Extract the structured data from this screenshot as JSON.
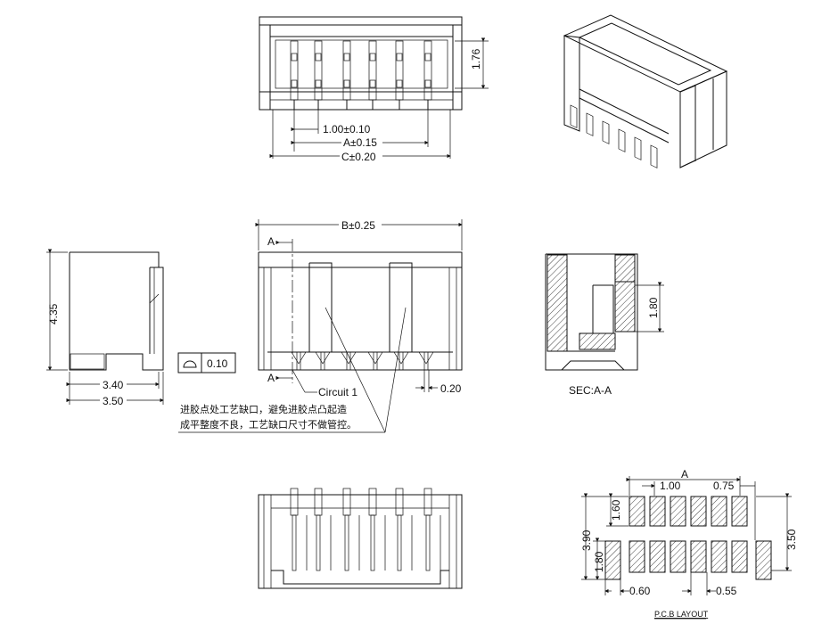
{
  "top_view": {
    "dim_pitch": "1.00±0.10",
    "dim_a": "A±0.15",
    "dim_c": "C±0.20",
    "dim_height": "1.76"
  },
  "side_view": {
    "dim_height": "4.35",
    "dim_340": "3.40",
    "dim_350": "3.50",
    "flatness_value": "0.10"
  },
  "front_view": {
    "dim_b": "B±0.25",
    "section_mark": "A",
    "circuit_label": "Circuit 1",
    "dim_020": "0.20",
    "note_line1": "进胶点处工艺缺口，避免进胶点凸起造",
    "note_line2": "成平整度不良，工艺缺口尺寸不做管控。"
  },
  "section_view": {
    "dim_180": "1.80",
    "title": "SEC:A-A"
  },
  "pcb_layout": {
    "dim_a": "A",
    "dim_pitch": "1.00",
    "dim_075": "0.75",
    "dim_160": "1.60",
    "dim_390": "3.90",
    "dim_180": "1.80",
    "dim_350": "3.50",
    "dim_060": "0.60",
    "dim_055": "0.55",
    "title": "P.C.B LAYOUT"
  }
}
